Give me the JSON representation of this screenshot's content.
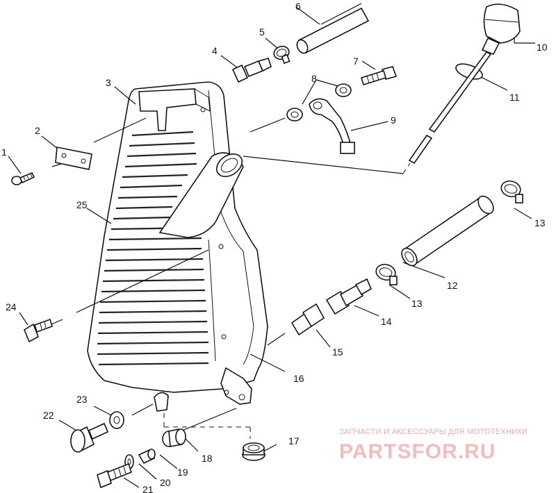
{
  "parts": [
    {
      "id": "p1",
      "label": "1"
    },
    {
      "id": "p2",
      "label": "2"
    },
    {
      "id": "p3",
      "label": "3"
    },
    {
      "id": "p4",
      "label": "4"
    },
    {
      "id": "p5",
      "label": "5"
    },
    {
      "id": "p6",
      "label": "6"
    },
    {
      "id": "p7",
      "label": "7"
    },
    {
      "id": "p8",
      "label": "8"
    },
    {
      "id": "p9",
      "label": "9"
    },
    {
      "id": "p10",
      "label": "10"
    },
    {
      "id": "p11",
      "label": "11"
    },
    {
      "id": "p12",
      "label": "12"
    },
    {
      "id": "p13a",
      "label": "13"
    },
    {
      "id": "p13b",
      "label": "13"
    },
    {
      "id": "p14",
      "label": "14"
    },
    {
      "id": "p15",
      "label": "15"
    },
    {
      "id": "p16",
      "label": "16"
    },
    {
      "id": "p17",
      "label": "17"
    },
    {
      "id": "p18",
      "label": "18"
    },
    {
      "id": "p19",
      "label": "19"
    },
    {
      "id": "p20",
      "label": "20"
    },
    {
      "id": "p21",
      "label": "21"
    },
    {
      "id": "p22",
      "label": "22"
    },
    {
      "id": "p23",
      "label": "23"
    },
    {
      "id": "p24",
      "label": "24"
    },
    {
      "id": "p25",
      "label": "25"
    }
  ],
  "watermark": {
    "tagline": "ЗАПЧАСТИ И АКСЕССУАРЫ ДЛЯ МОТОТЕХНИКИ",
    "logo": "PARTSFOR.RU"
  }
}
